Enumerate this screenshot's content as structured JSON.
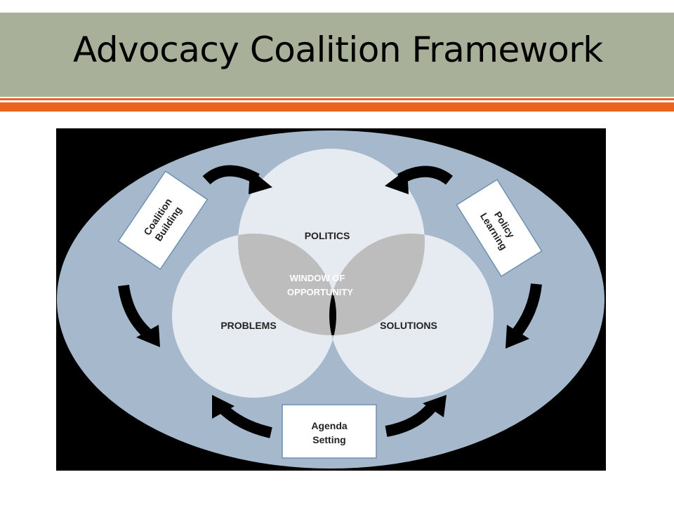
{
  "slide": {
    "title": "Advocacy Coalition Framework"
  },
  "diagram": {
    "circles": {
      "top": "POLITICS",
      "left": "PROBLEMS",
      "right": "SOLUTIONS"
    },
    "center": {
      "line1": "WINDOW OF",
      "line2": "OPPORTUNITY"
    },
    "boxes": {
      "left": {
        "line1": "Coalition",
        "line2": "Building"
      },
      "right": {
        "line1": "Policy",
        "line2": "Learning"
      },
      "bottom": {
        "line1": "Agenda",
        "line2": "Setting"
      }
    }
  }
}
